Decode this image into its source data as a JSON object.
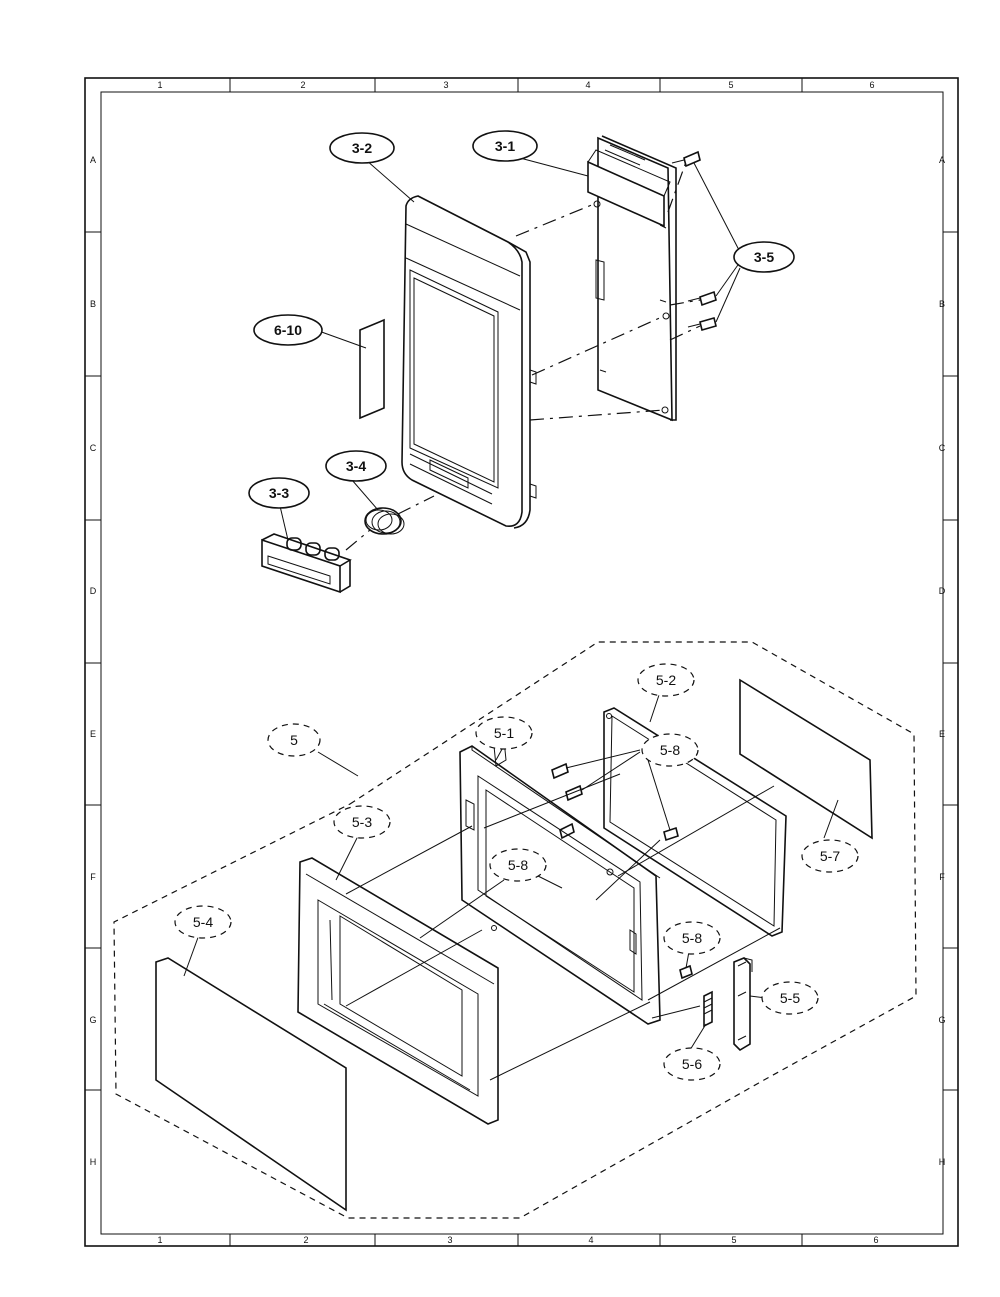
{
  "grid": {
    "columns": [
      "1",
      "2",
      "3",
      "4",
      "5",
      "6"
    ],
    "rows": [
      "A",
      "B",
      "C",
      "D",
      "E",
      "F",
      "G",
      "H"
    ]
  },
  "callouts": {
    "c3_1": "3-1",
    "c3_2": "3-2",
    "c3_3": "3-3",
    "c3_4": "3-4",
    "c3_5": "3-5",
    "c6_10": "6-10",
    "c5": "5",
    "c5_1": "5-1",
    "c5_2": "5-2",
    "c5_3": "5-3",
    "c5_4": "5-4",
    "c5_5": "5-5",
    "c5_6": "5-6",
    "c5_7": "5-7",
    "c5_8a": "5-8",
    "c5_8b": "5-8",
    "c5_8c": "5-8"
  }
}
